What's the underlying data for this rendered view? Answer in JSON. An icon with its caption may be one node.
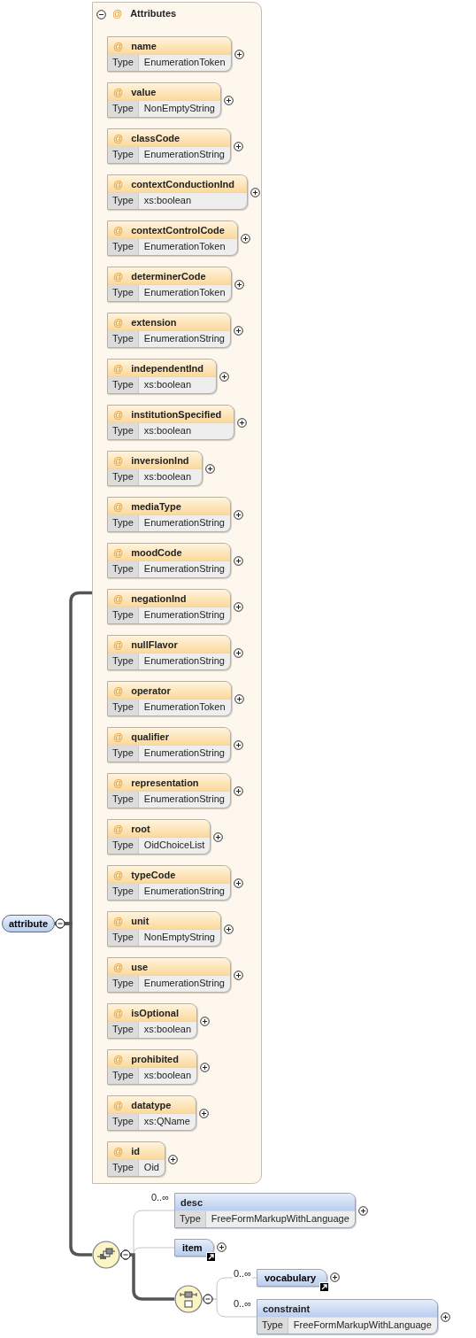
{
  "diagram": {
    "nodes": [
      {
        "text": [
          "attribute"
        ]
      },
      {
        "text": [
          "@",
          "Attributes"
        ]
      },
      {
        "text": [
          "@",
          "name",
          "Type",
          "EnumerationToken"
        ],
        "in": 1
      },
      {
        "text": [
          "@",
          "value",
          "Type",
          "NonEmptyString"
        ],
        "in": 1
      },
      {
        "text": [
          "@",
          "classCode",
          "Type",
          "EnumerationString"
        ],
        "in": 1
      },
      {
        "text": [
          "@",
          "contextConductionInd",
          "Type",
          "xs:boolean"
        ],
        "in": 1
      },
      {
        "text": [
          "@",
          "contextControlCode",
          "Type",
          "EnumerationToken"
        ],
        "in": 1
      },
      {
        "text": [
          "@",
          "determinerCode",
          "Type",
          "EnumerationToken"
        ],
        "in": 1
      },
      {
        "text": [
          "@",
          "extension",
          "Type",
          "EnumerationString"
        ],
        "in": 1
      },
      {
        "text": [
          "@",
          "independentInd",
          "Type",
          "xs:boolean"
        ],
        "in": 1
      },
      {
        "text": [
          "@",
          "institutionSpecified",
          "Type",
          "xs:boolean"
        ],
        "in": 1
      },
      {
        "text": [
          "@",
          "inversionInd",
          "Type",
          "xs:boolean"
        ],
        "in": 1
      },
      {
        "text": [
          "@",
          "mediaType",
          "Type",
          "EnumerationString"
        ],
        "in": 1
      },
      {
        "text": [
          "@",
          "moodCode",
          "Type",
          "EnumerationString"
        ],
        "in": 1
      },
      {
        "text": [
          "@",
          "negationInd",
          "Type",
          "EnumerationString"
        ],
        "in": 1
      },
      {
        "text": [
          "@",
          "nullFlavor",
          "Type",
          "EnumerationString"
        ],
        "in": 1
      },
      {
        "text": [
          "@",
          "operator",
          "Type",
          "EnumerationToken"
        ],
        "in": 1
      },
      {
        "text": [
          "@",
          "qualifier",
          "Type",
          "EnumerationString"
        ],
        "in": 1
      },
      {
        "text": [
          "@",
          "representation",
          "Type",
          "EnumerationString"
        ],
        "in": 1
      },
      {
        "text": [
          "@",
          "root",
          "Type",
          "OidChoiceList"
        ],
        "in": 1
      },
      {
        "text": [
          "@",
          "typeCode",
          "Type",
          "EnumerationString"
        ],
        "in": 1
      },
      {
        "text": [
          "@",
          "unit",
          "Type",
          "NonEmptyString"
        ],
        "in": 1
      },
      {
        "text": [
          "@",
          "use",
          "Type",
          "EnumerationString"
        ],
        "in": 1
      },
      {
        "text": [
          "@",
          "isOptional",
          "Type",
          "xs:boolean"
        ],
        "in": 1
      },
      {
        "text": [
          "@",
          "prohibited",
          "Type",
          "xs:boolean"
        ],
        "in": 1
      },
      {
        "text": [
          "@",
          "datatype",
          "Type",
          "xs:QName"
        ],
        "in": 1
      },
      {
        "text": [
          "@",
          "id",
          "Type",
          "Oid"
        ],
        "in": 1
      },
      {
        "text": [],
        "shape": "circle"
      },
      {
        "text": [
          "desc",
          "Type",
          "FreeFormMarkupWithLanguage"
        ]
      },
      {
        "text": [
          "item"
        ]
      },
      {
        "text": [],
        "shape": "circle"
      },
      {
        "text": [
          "vocabulary"
        ]
      },
      {
        "text": [
          "constraint",
          "Type",
          "FreeFormMarkupWithLanguage"
        ]
      }
    ],
    "edges": [
      {
        "from": 0,
        "to": 1,
        "arrow": "other",
        "style": "thick",
        "color": "#555555"
      },
      {
        "from": 0,
        "to": 27,
        "arrow": "other",
        "style": "thick",
        "color": "#555555"
      },
      {
        "from": 27,
        "to": 28,
        "arrow": "other",
        "label": "0..∞"
      },
      {
        "from": 27,
        "to": 29,
        "arrow": "other"
      },
      {
        "from": 27,
        "to": 30,
        "arrow": "other",
        "style": "thick",
        "color": "#555555"
      },
      {
        "from": 30,
        "to": 31,
        "arrow": "other",
        "label": "0..∞"
      },
      {
        "from": 30,
        "to": 32,
        "arrow": "other",
        "label": "0..∞"
      }
    ]
  }
}
